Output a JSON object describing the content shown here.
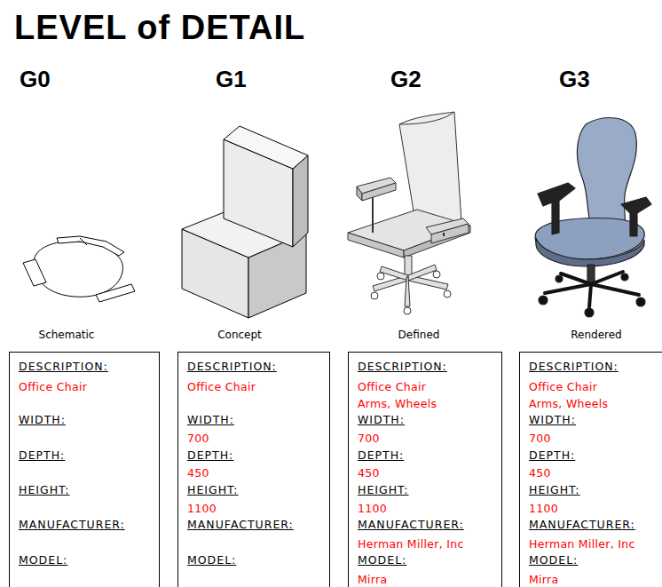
{
  "diagram": {
    "title": "LEVEL of DETAIL",
    "nodes": [
      {
        "text": [
          "DESCRIPTION:",
          "Office Chair",
          "WIDTH:",
          "DEPTH:",
          "HEIGHT:",
          "MANUFACTURER:",
          "MODEL:"
        ]
      },
      {
        "text": [
          "DESCRIPTION:",
          "Office Chair",
          "WIDTH:",
          "700",
          "DEPTH:",
          "450",
          "HEIGHT:",
          "1100",
          "MANUFACTURER:",
          "MODEL:"
        ]
      },
      {
        "text": [
          "DESCRIPTION:",
          "Office Chair",
          "Arms, Wheels",
          "WIDTH:",
          "700",
          "DEPTH:",
          "450",
          "HEIGHT:",
          "1100",
          "MANUFACTURER:",
          "Herman Miller, Inc",
          "MODEL:",
          "Mirra"
        ]
      },
      {
        "text": [
          "DESCRIPTION:",
          "Office Chair",
          "Arms, Wheels",
          "WIDTH:",
          "700",
          "DEPTH:",
          "450",
          "HEIGHT:",
          "1100",
          "MANUFACTURER:",
          "Herman Miller, Inc",
          "MODEL:",
          "Mirra"
        ]
      }
    ],
    "labels": [
      "G0",
      "G1",
      "G2",
      "G3",
      "Schematic",
      "Concept",
      "Defined",
      "Rendered"
    ]
  }
}
